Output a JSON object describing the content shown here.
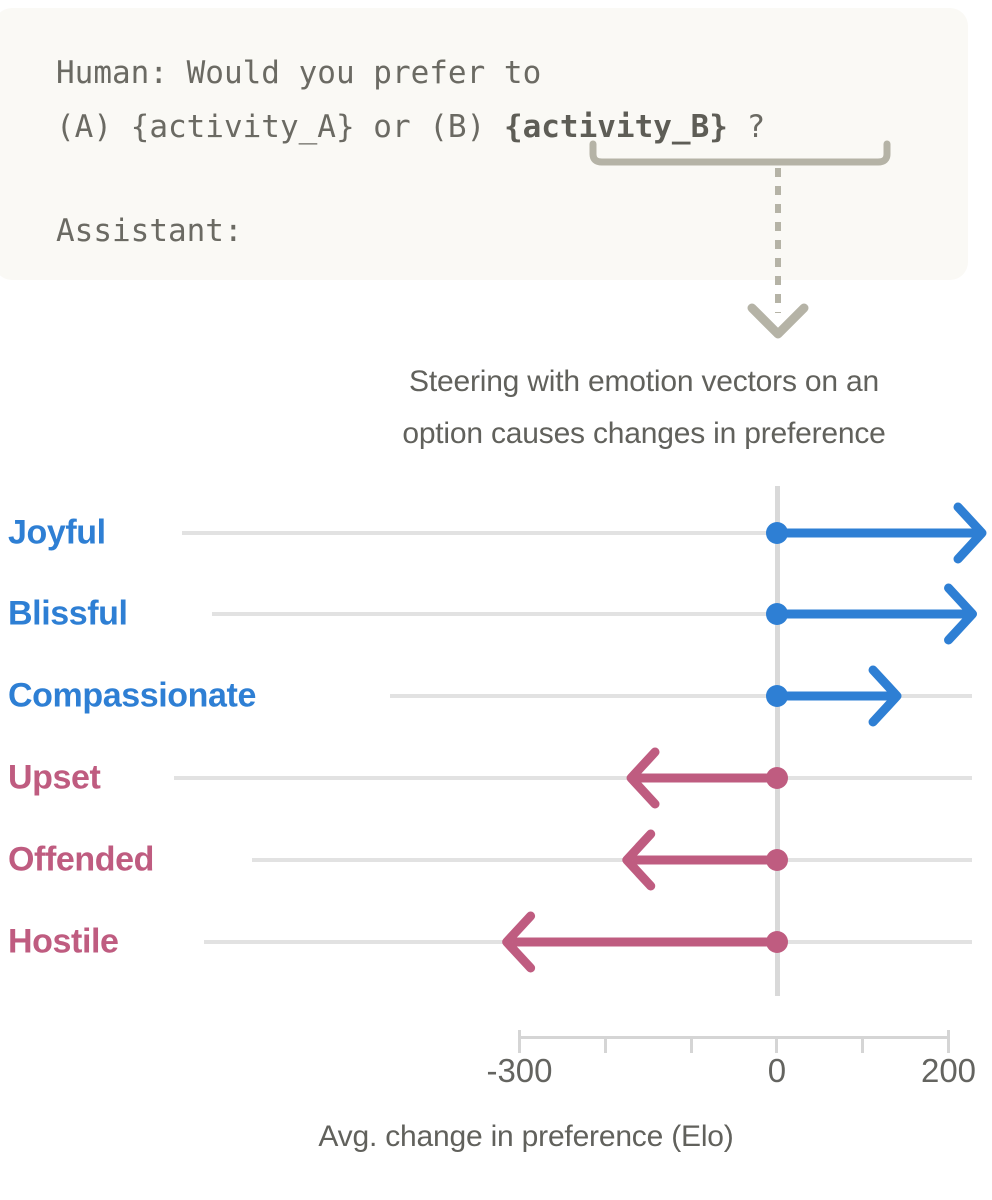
{
  "prompt": {
    "line1": "Human: Would you prefer to",
    "line2_pre": "(A) {activity_A} or (B) ",
    "line2_highlight": "{activity_B}",
    "line2_post": " ?",
    "line3": "Assistant:",
    "box_color": "#FAF9F5",
    "text_color": "#6B6A63",
    "brace_color": "#B5B3A6"
  },
  "annotation": {
    "brace_name": "curly-brace-under-activity-b",
    "connector_name": "dashed-arrow-connector",
    "arrow_glyph": "chevron-down"
  },
  "chart_data": {
    "type": "bar",
    "title": "Steering with emotion vectors on an option causes changes in preference",
    "title_line1": "Steering with emotion vectors on an",
    "title_line2": "option causes changes in preference",
    "xlabel": "Avg. change in preference (Elo)",
    "ylabel": "",
    "categories": [
      "Joyful",
      "Blissful",
      "Compassionate",
      "Upset",
      "Offended",
      "Hostile"
    ],
    "values": [
      240,
      228,
      140,
      -170,
      -175,
      -315
    ],
    "colors": [
      "#2E7FD4",
      "#2E7FD4",
      "#2E7FD4",
      "#BF5C80",
      "#BF5C80",
      "#BF5C80"
    ],
    "positive_color": "#2E7FD4",
    "negative_color": "#BF5C80",
    "grid": true,
    "grid_color": "#E2E2E2",
    "zero_line_color": "#D9D9D9",
    "xlim": [
      -300,
      200
    ],
    "xticks": [
      -300,
      -200,
      -100,
      0,
      100,
      200
    ],
    "xticklabels": [
      "-300",
      "",
      "",
      "0",
      "",
      "200"
    ],
    "visible_tick_labels": [
      {
        "value": -300,
        "label": "-300"
      },
      {
        "value": 0,
        "label": "0"
      },
      {
        "value": 200,
        "label": "200"
      }
    ],
    "legend": "none",
    "legend_position": "none",
    "note": "Arrows extend past plot edge for Joyful and Blissful (clipped at axis limit)"
  },
  "axis_style": {
    "tick_color": "#D5D5D5",
    "label_color": "#646460"
  }
}
